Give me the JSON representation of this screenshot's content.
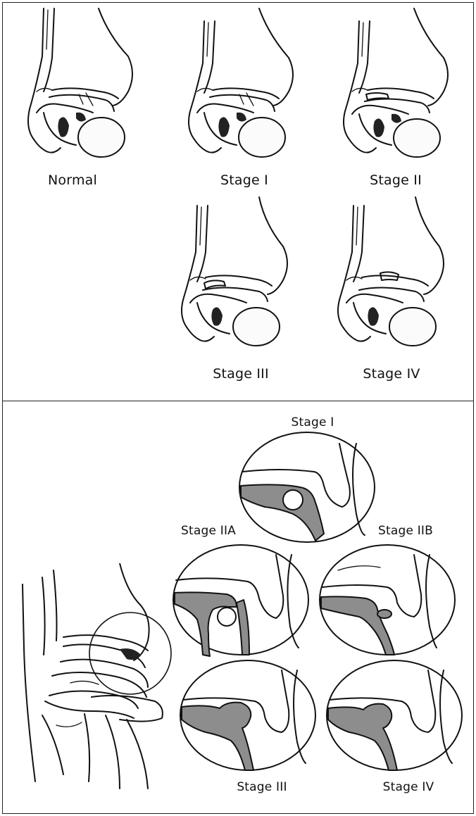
{
  "top_panel": {
    "labels": {
      "normal": "Normal",
      "stage_1": "Stage I",
      "stage_2": "Stage II",
      "stage_3": "Stage III",
      "stage_4": "Stage IV"
    }
  },
  "bottom_panel": {
    "labels": {
      "stage_1": "Stage I",
      "stage_2a": "Stage IIA",
      "stage_2b": "Stage IIB",
      "stage_3": "Stage III",
      "stage_4": "Stage IV"
    }
  }
}
